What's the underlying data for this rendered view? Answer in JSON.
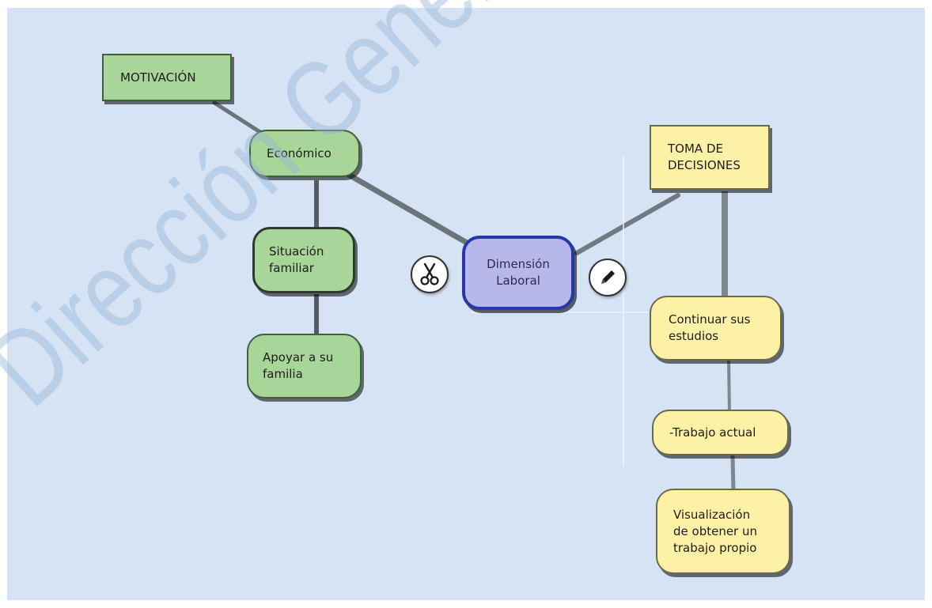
{
  "diagram": {
    "center": {
      "label": "Dimensión\nLaboral"
    },
    "nodes": {
      "motivacion": {
        "label": "MOTIVACIÓN"
      },
      "economico": {
        "label": "Económico"
      },
      "situacion": {
        "label": "Situación\nfamiliar"
      },
      "apoyar": {
        "label": "Apoyar a su\nfamilia"
      },
      "toma": {
        "label": "TOMA DE\nDECISIONES"
      },
      "continuar": {
        "label": "Continuar sus\nestudios"
      },
      "trabajo": {
        "label": "-Trabajo actual"
      },
      "visualizacion": {
        "label": "Visualización\nde obtener un\ntrabajo propio"
      }
    },
    "tools": {
      "cut_icon": "scissors-icon",
      "edit_icon": "pencil-icon"
    },
    "watermark": "Dirección General"
  },
  "colors": {
    "background": "#d5e3f4",
    "green_node": "#a8d598",
    "yellow_node": "#fdf1a6",
    "center_node": "#b7b8e9",
    "center_border": "#2638a6",
    "connector": "#707a82",
    "watermark": "#96b3d8"
  }
}
